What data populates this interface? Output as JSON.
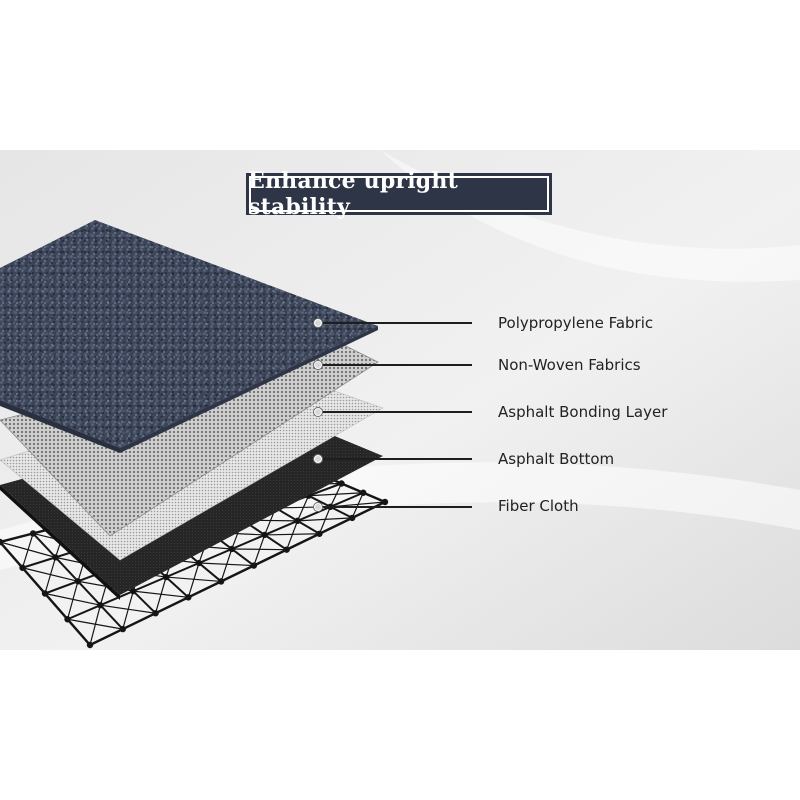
{
  "title": "Enhance upright stability",
  "layers": [
    {
      "label": "Polypropylene Fabric"
    },
    {
      "label": "Non-Woven Fabrics"
    },
    {
      "label": "Asphalt Bonding Layer"
    },
    {
      "label": "Asphalt Bottom"
    },
    {
      "label": "Fiber Cloth"
    }
  ],
  "colors": {
    "title_bg": "#2e3547",
    "carpet": "#3d4659",
    "asphalt": "#252525",
    "leader": "#1e1e1e"
  }
}
